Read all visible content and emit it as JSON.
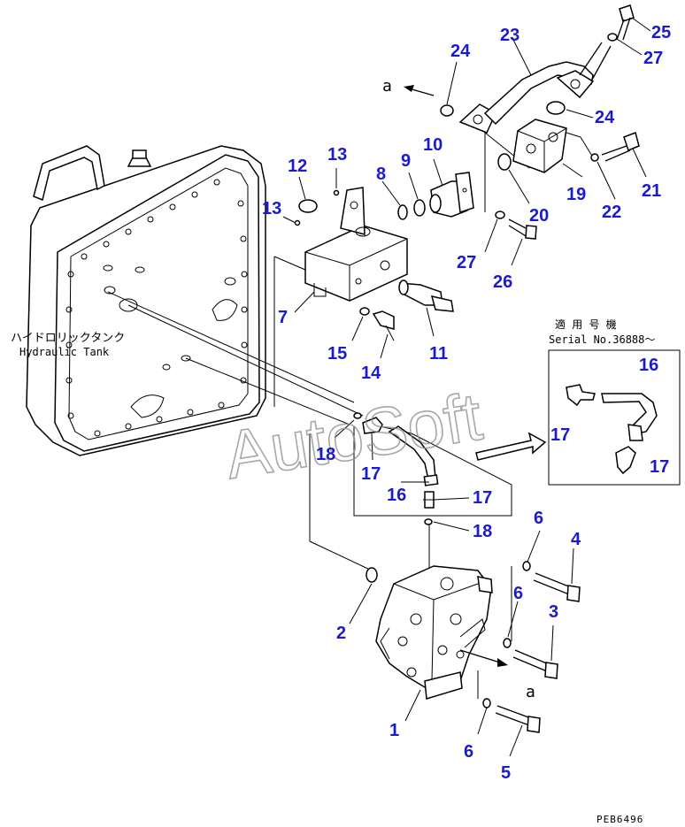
{
  "labels": {
    "tank_jp": "ハイドロリックタンク",
    "tank_en": "Hydraulic Tank",
    "serial_jp": "適 用 号 機",
    "serial_en": "Serial No.36888〜",
    "arrow_a_top": "a",
    "arrow_a_bottom": "a",
    "drawing_code": "PEB6496",
    "watermark": "AutoSoft"
  },
  "callouts": [
    "1",
    "2",
    "3",
    "4",
    "5",
    "6",
    "6",
    "6",
    "7",
    "8",
    "9",
    "10",
    "11",
    "12",
    "13",
    "13",
    "14",
    "15",
    "16",
    "16",
    "17",
    "17",
    "17",
    "17",
    "18",
    "18",
    "19",
    "20",
    "21",
    "22",
    "23",
    "24",
    "24",
    "25",
    "26",
    "27",
    "27"
  ]
}
